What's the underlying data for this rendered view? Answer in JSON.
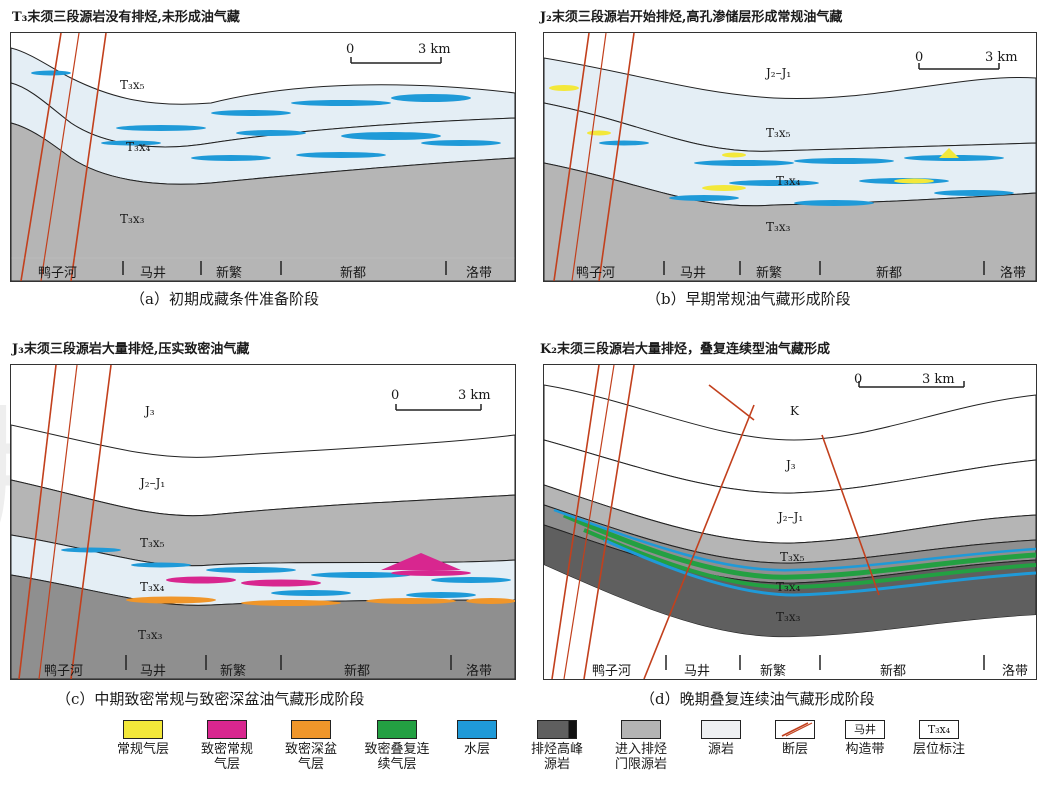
{
  "panels": [
    {
      "title": "T₃末须三段源岩没有排烃,未形成油气藏",
      "caption": "（a）初期成藏条件准备阶段",
      "scale": {
        "zero": "0",
        "km": "3 km"
      },
      "zones": [
        "鸭子河",
        "马井",
        "新繁",
        "新都",
        "洛带"
      ],
      "layers": [
        "T₃x₅",
        "T₃x₄",
        "T₃x₃"
      ]
    },
    {
      "title": "J₂末须三段源岩开始排烃,高孔渗储层形成常规油气藏",
      "caption": "（b）早期常规油气藏形成阶段",
      "scale": {
        "zero": "0",
        "km": "3 km"
      },
      "zones": [
        "鸭子河",
        "马井",
        "新繁",
        "新都",
        "洛带"
      ],
      "layers": [
        "J₂–J₁",
        "T₃x₅",
        "T₃x₄",
        "T₃x₃"
      ]
    },
    {
      "title": "J₃末须三段源岩大量排烃,压实致密油气藏",
      "caption": "（c）中期致密常规与致密深盆油气藏形成阶段",
      "scale": {
        "zero": "0",
        "km": "3 km"
      },
      "zones": [
        "鸭子河",
        "马井",
        "新繁",
        "新都",
        "洛带"
      ],
      "layers": [
        "J₃",
        "J₂–J₁",
        "T₃x₅",
        "T₃x₄",
        "T₃x₃"
      ]
    },
    {
      "title": "K₂末须三段源岩大量排烃，叠复连续型油气藏形成",
      "caption": "（d）晚期叠复连续油气藏形成阶段",
      "scale": {
        "zero": "0",
        "km": "3 km"
      },
      "zones": [
        "鸭子河",
        "马井",
        "新繁",
        "新都",
        "洛带"
      ],
      "layers": [
        "K",
        "J₃",
        "J₂–J₁",
        "T₃x₅",
        "T₃x₄",
        "T₃x₃"
      ]
    }
  ],
  "legend": [
    {
      "label": "常规气层",
      "color": "#f3e83a"
    },
    {
      "label": "致密常规气层",
      "color": "#d8268f"
    },
    {
      "label": "致密深盆气层",
      "color": "#f0962a"
    },
    {
      "label": "致密叠复连续气层",
      "color": "#23a042"
    },
    {
      "label": "水层",
      "color": "#1f9ad8"
    },
    {
      "label": "排烃高峰源岩",
      "color": "#5f5f5f"
    },
    {
      "label": "进入排烃门限源岩",
      "color": "#b3b3b3"
    },
    {
      "label": "源岩",
      "color": "#eef0f2"
    },
    {
      "label": "断层",
      "icon": "fault-icon"
    },
    {
      "label": "构造带",
      "tag": "马井"
    },
    {
      "label": "层位标注",
      "tag": "T₃x₄"
    }
  ],
  "watermark": "版权所有"
}
